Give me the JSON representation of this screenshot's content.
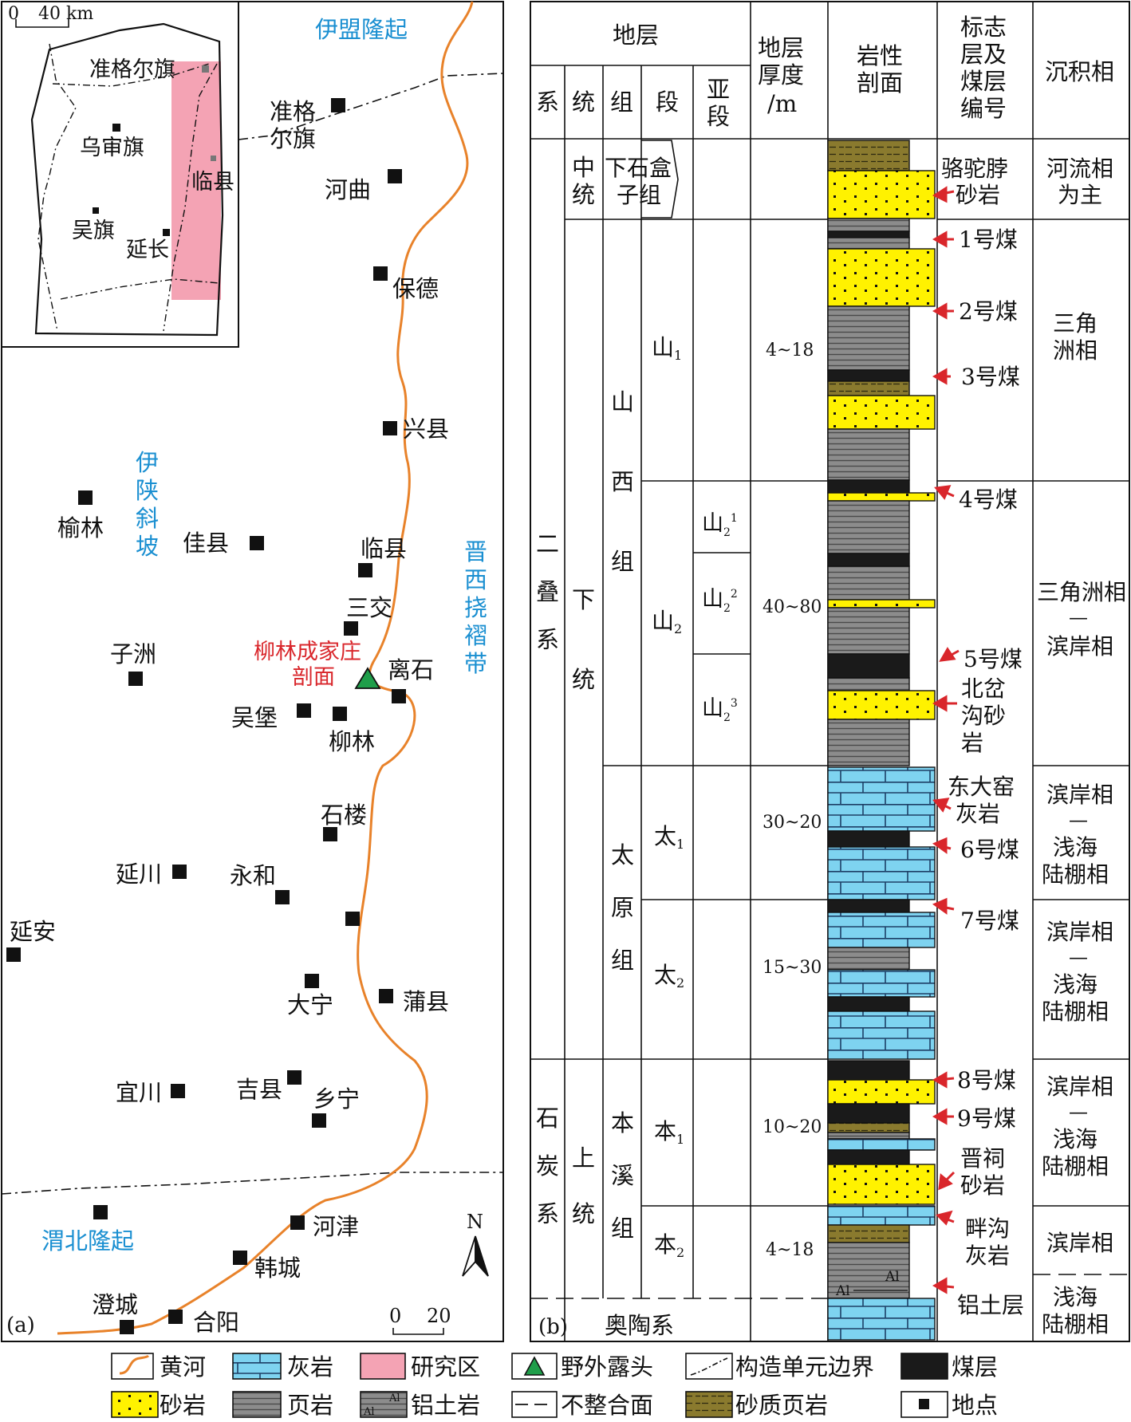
{
  "map": {
    "panel_label": "(a)",
    "inset": {
      "scale_zero": "0",
      "scale_value": "40 km",
      "places": {
        "zhungeer": "准格尔旗",
        "wushen": "乌审旗",
        "linxian": "临县",
        "wuqi": "吴旗",
        "yanchang": "延长"
      }
    },
    "units": {
      "yimeng": "伊盟隆起",
      "yishan_a": "伊",
      "yishan_b": "陕",
      "yishan_c": "斜",
      "yishan_d": "坡",
      "jinxi_a": "晋",
      "jinxi_b": "西",
      "jinxi_c": "挠",
      "jinxi_d": "褶",
      "jinxi_e": "带",
      "weibei": "渭北隆起"
    },
    "section_label_1": "柳林成家庄",
    "section_label_2": "剖面",
    "places": {
      "zhungeer_1": "准格",
      "zhungeer_2": "尔旗",
      "hequ": "河曲",
      "baode": "保德",
      "xingxian": "兴县",
      "yulin": "榆林",
      "jiaxian": "佳县",
      "linxian": "临县",
      "sanjiao": "三交",
      "zizhou": "子洲",
      "lishi": "离石",
      "wubao": "吴堡",
      "liulin": "柳林",
      "shilou": "石楼",
      "yanchuan": "延川",
      "yonghe": "永和",
      "yanan": "延安",
      "daning": "大宁",
      "puxian": "蒲县",
      "yichuan": "宜川",
      "jixian": "吉县",
      "xiangning": "乡宁",
      "hejin": "河津",
      "hancheng": "韩城",
      "chengcheng": "澄城",
      "heyang": "合阳"
    },
    "north": "N",
    "scale_zero": "0",
    "scale_value": "20"
  },
  "column": {
    "panel_label": "(b)",
    "headers": {
      "strata": "地层",
      "xi": "系",
      "tong": "统",
      "zu": "组",
      "duan": "段",
      "yaduan_1": "亚",
      "yaduan_2": "段",
      "thick_1": "地层",
      "thick_2": "厚度",
      "thick_3": "/m",
      "lith_1": "岩性",
      "lith_2": "剖面",
      "mark_1": "标志",
      "mark_2": "层及",
      "mark_3": "煤层",
      "mark_4": "编号",
      "facies": "沉积相"
    },
    "systems": {
      "permian_1": "二",
      "permian_2": "叠",
      "permian_3": "系",
      "carb_1": "石",
      "carb_2": "炭",
      "carb_3": "系",
      "ordovician": "奥陶系"
    },
    "series": {
      "middle_1": "中",
      "middle_2": "统",
      "lower_1": "下",
      "lower_2": "统",
      "upper_1": "上",
      "upper_2": "统"
    },
    "formations": {
      "xiashihezi_1": "下石盒",
      "xiashihezi_2": "子组",
      "shanxi_1": "山",
      "shanxi_2": "西",
      "shanxi_3": "组",
      "taiyuan_1": "太",
      "taiyuan_2": "原",
      "taiyuan_3": "组",
      "benxi_1": "本",
      "benxi_2": "溪",
      "benxi_3": "组"
    },
    "members": {
      "s1": "山",
      "s1_sub": "1",
      "s2": "山",
      "s2_sub": "2",
      "t1": "太",
      "t1_sub": "1",
      "t2": "太",
      "t2_sub": "2",
      "b1": "本",
      "b1_sub": "1",
      "b2": "本",
      "b2_sub": "2"
    },
    "submembers": {
      "s21": "山",
      "s21_sub": "2",
      "s21_sup": "1",
      "s22": "山",
      "s22_sub": "2",
      "s22_sup": "2",
      "s23": "山",
      "s23_sub": "2",
      "s23_sup": "3"
    },
    "thickness": {
      "shan1": "4~18",
      "shan2": "40~80",
      "tai1": "30~20",
      "tai2": "15~30",
      "ben1": "10~20",
      "ben2": "4~18"
    },
    "markers": {
      "luotuobo_1": "骆驼脖",
      "luotuobo_2": "砂岩",
      "coal1": "1号煤",
      "coal2": "2号煤",
      "coal3": "3号煤",
      "coal4": "4号煤",
      "coal5": "5号煤",
      "beicha_1": "北岔",
      "beicha_2": "沟砂",
      "beicha_3": "岩",
      "dongdayao_1": "东大窑",
      "dongdayao_2": "灰岩",
      "coal6": "6号煤",
      "coal7": "7号煤",
      "coal8": "8号煤",
      "coal9": "9号煤",
      "jinci_1": "晋祠",
      "jinci_2": "砂岩",
      "pangou_1": "畔沟",
      "pangou_2": "灰岩",
      "bauxite": "铝土层"
    },
    "facies": {
      "river_1": "河流相",
      "river_2": "为主",
      "delta_1": "三角",
      "delta_2": "洲相",
      "dc_1": "三角洲相",
      "dc_2": "—",
      "dc_3": "滨岸相",
      "cs1_1": "滨岸相",
      "cs1_2": "—",
      "cs1_3": "浅海",
      "cs1_4": "陆棚相",
      "cs2_1": "滨岸相",
      "cs2_2": "—",
      "cs2_3": "浅海",
      "cs2_4": "陆棚相",
      "cs3_1": "滨岸相",
      "cs3_2": "—",
      "cs3_3": "浅海",
      "cs3_4": "陆棚相",
      "coast": "滨岸相",
      "shelf_1": "浅海",
      "shelf_2": "陆棚相"
    },
    "al": "Al"
  },
  "legend": {
    "river": "黄河",
    "limestone": "灰岩",
    "study_area": "研究区",
    "outcrop": "野外露头",
    "boundary": "构造单元边界",
    "coal": "煤层",
    "sandstone": "砂岩",
    "shale": "页岩",
    "bauxite": "铝土岩",
    "unconformity": "不整合面",
    "sandy_shale": "砂质页岩",
    "location": "地点",
    "al": "Al"
  },
  "colors": {
    "river": "#e8822a",
    "sandstone": "#fff200",
    "limestone": "#7ed3f0",
    "coal": "#1a1a1a",
    "shale": "#8c8c8c",
    "sandy_shale": "#8a7a2e",
    "study_area": "#f4a3b4",
    "blue_text": "#1a8fd1",
    "red_text": "#d9262b",
    "outcrop": "#1f9e4a"
  }
}
